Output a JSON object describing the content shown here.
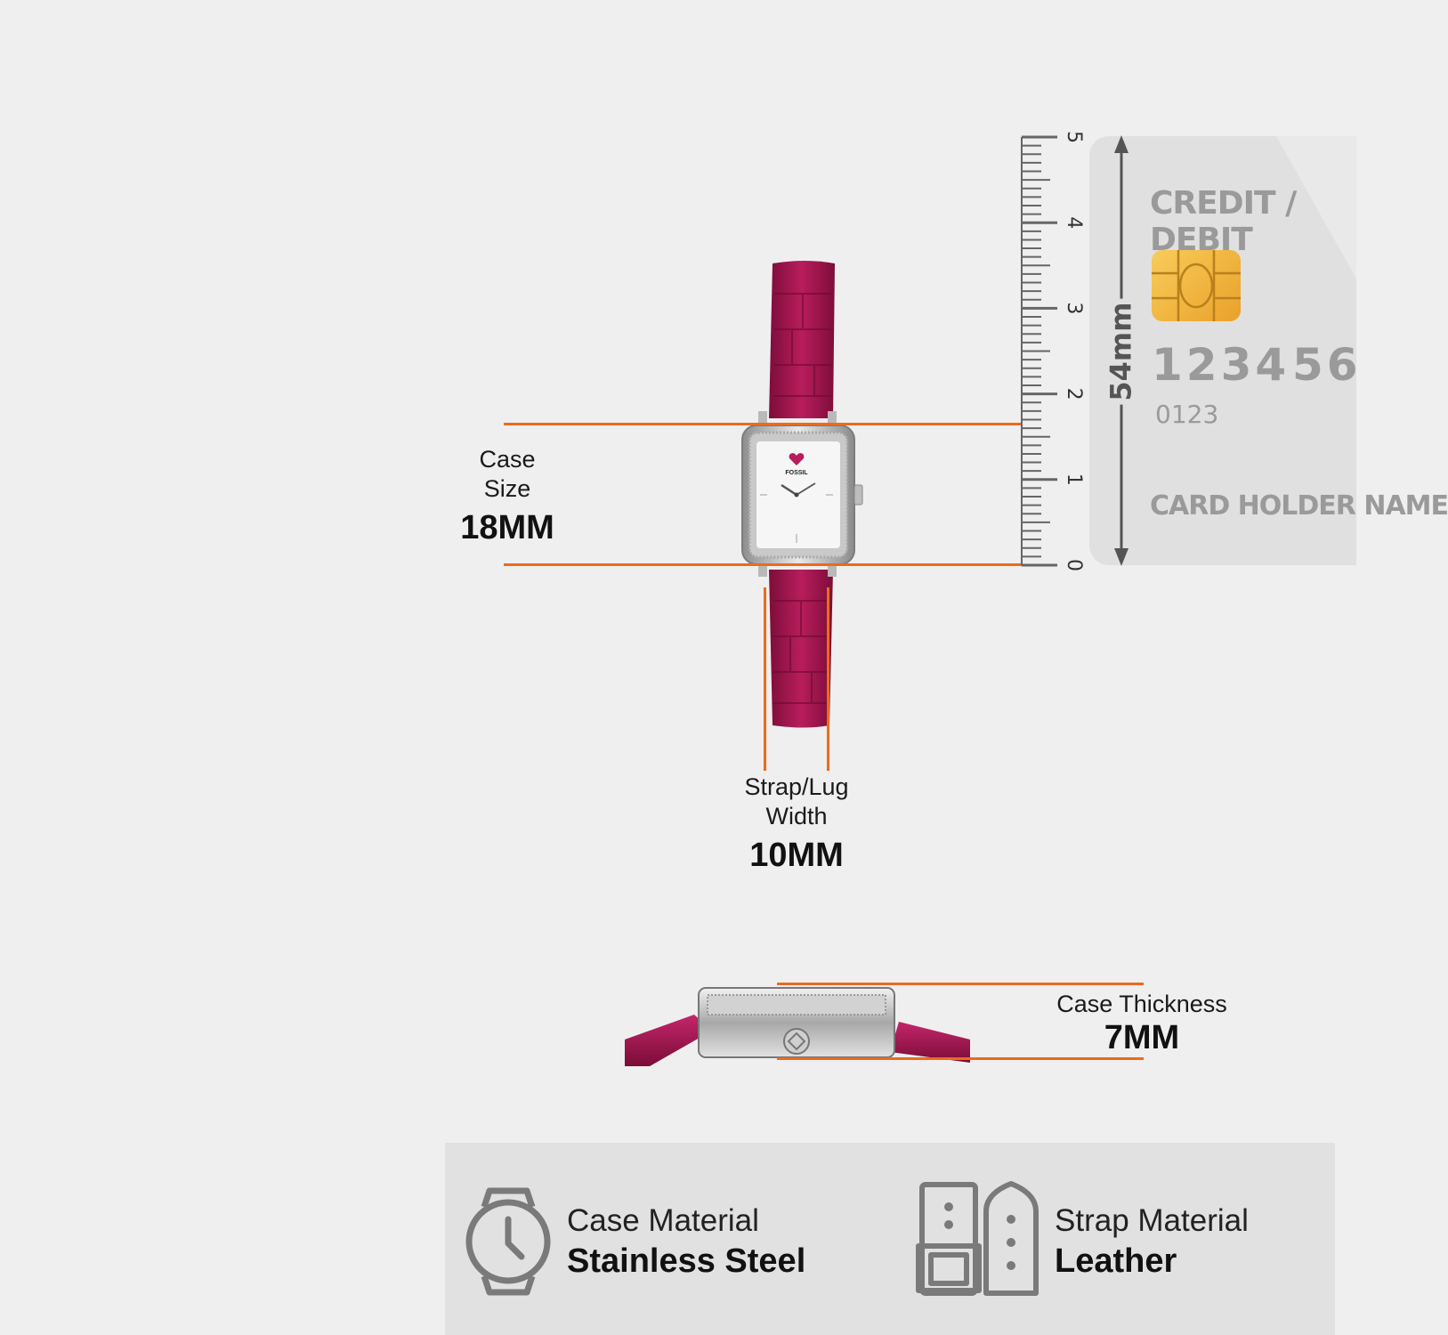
{
  "measurements": {
    "case_size": {
      "label_line1": "Case",
      "label_line2": "Size",
      "value": "18MM"
    },
    "strap_width": {
      "label_line1": "Strap/Lug",
      "label_line2": "Width",
      "value": "10MM"
    },
    "case_thickness": {
      "label": "Case Thickness",
      "value": "7MM"
    }
  },
  "ruler": {
    "ticks": [
      "0",
      "1",
      "2",
      "3",
      "4",
      "5"
    ],
    "height_label": "54mm"
  },
  "card": {
    "title": "CREDIT / DEBIT",
    "number_group1": "1234",
    "number_group2": "56",
    "small_number": "0123",
    "holder": "CARD HOLDER NAME"
  },
  "watch": {
    "brand": "FOSSIL"
  },
  "features": [
    {
      "label": "Case Material",
      "value": "Stainless Steel",
      "icon": "watch-case-icon"
    },
    {
      "label": "Strap Material",
      "value": "Leather",
      "icon": "strap-icon"
    }
  ],
  "colors": {
    "background": "#efefef",
    "accent_lines": "#ec6a1e",
    "strap": "#a3164e",
    "card": "#e0e0e0",
    "chip": "#f2b63c",
    "panel": "#e1e1e1"
  }
}
